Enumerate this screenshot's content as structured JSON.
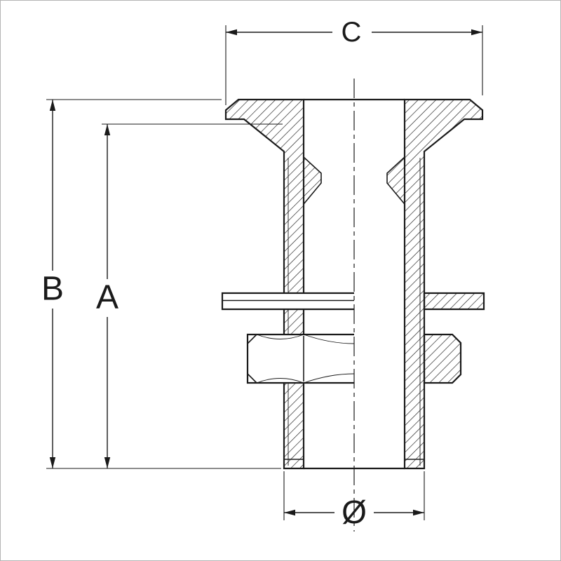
{
  "drawing": {
    "type": "technical-section-drawing",
    "dimensions": {
      "c": "C",
      "b": "B",
      "a": "A",
      "diameter": "Ø"
    }
  },
  "colors": {
    "line": "#1a1a1a",
    "background": "#ffffff",
    "frame": "#b4b4b4"
  }
}
